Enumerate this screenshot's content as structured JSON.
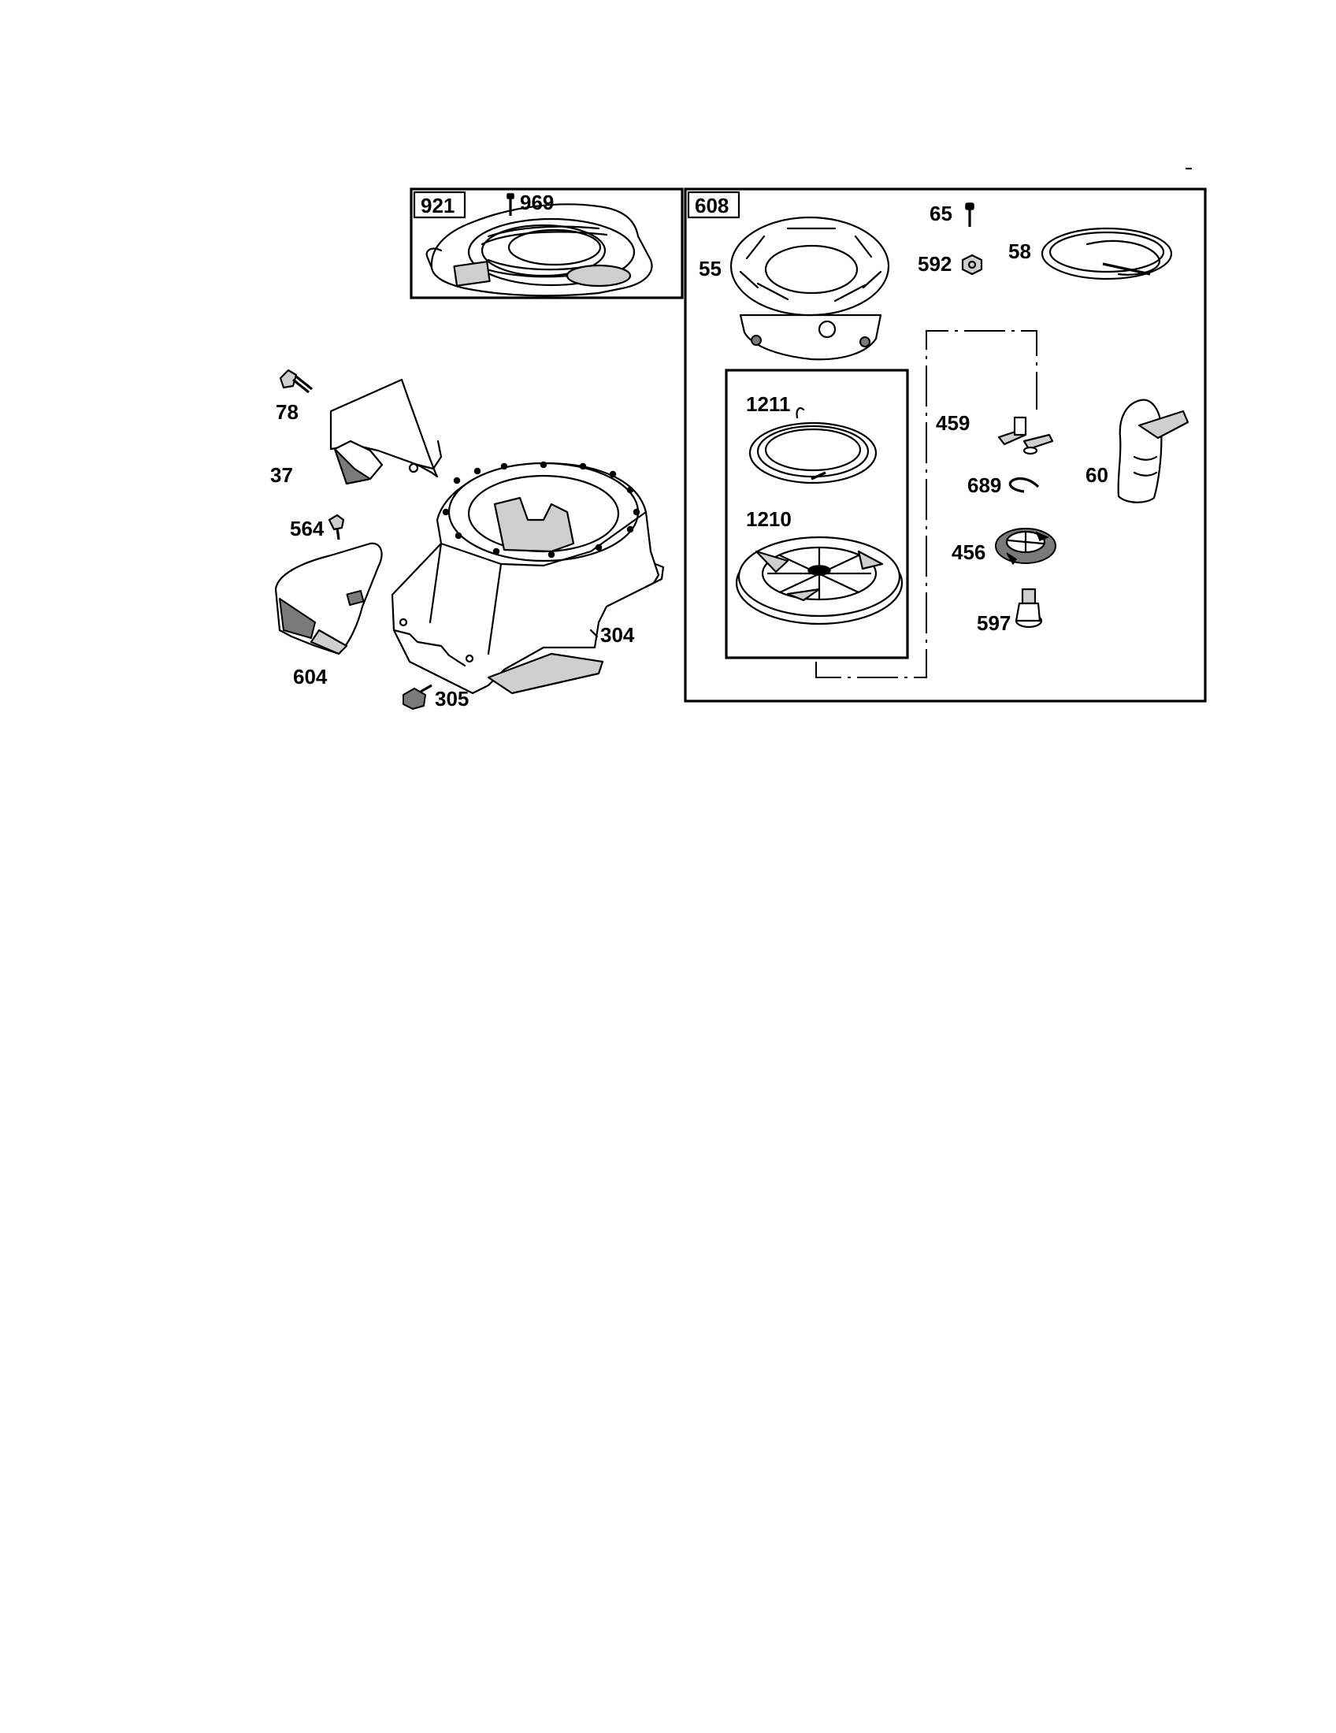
{
  "assemblies": [
    {
      "id": "blower-housing-assembly",
      "label": "921"
    },
    {
      "id": "rewind-starter-assembly",
      "label": "608"
    }
  ],
  "parts": [
    {
      "id": "p969",
      "label": "969"
    },
    {
      "id": "p65",
      "label": "65"
    },
    {
      "id": "p55",
      "label": "55"
    },
    {
      "id": "p592",
      "label": "592"
    },
    {
      "id": "p58",
      "label": "58"
    },
    {
      "id": "p78",
      "label": "78"
    },
    {
      "id": "p1211",
      "label": "1211"
    },
    {
      "id": "p459",
      "label": "459"
    },
    {
      "id": "p60",
      "label": "60"
    },
    {
      "id": "p37",
      "label": "37"
    },
    {
      "id": "p689",
      "label": "689"
    },
    {
      "id": "p1210",
      "label": "1210"
    },
    {
      "id": "p564",
      "label": "564"
    },
    {
      "id": "p456",
      "label": "456"
    },
    {
      "id": "p597",
      "label": "597"
    },
    {
      "id": "p304",
      "label": "304"
    },
    {
      "id": "p604",
      "label": "604"
    },
    {
      "id": "p305",
      "label": "305"
    }
  ]
}
